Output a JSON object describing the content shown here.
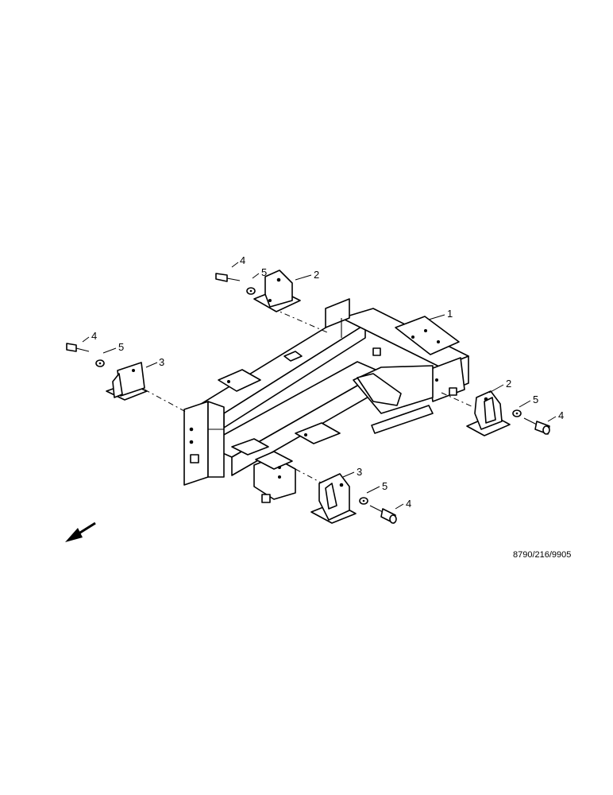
{
  "callouts": {
    "frame": "1",
    "bracket_rear_top": "2",
    "bracket_right": "2",
    "bracket_left": "3",
    "bracket_front": "3",
    "bolt_rear_top": "4",
    "bolt_left": "4",
    "bolt_right": "4",
    "bolt_front": "4",
    "washer_rear_top": "5",
    "washer_left": "5",
    "washer_right": "5",
    "washer_front": "5"
  },
  "reference_code": "8790/216/9905",
  "direction_arrow": "front-direction-arrow-icon"
}
